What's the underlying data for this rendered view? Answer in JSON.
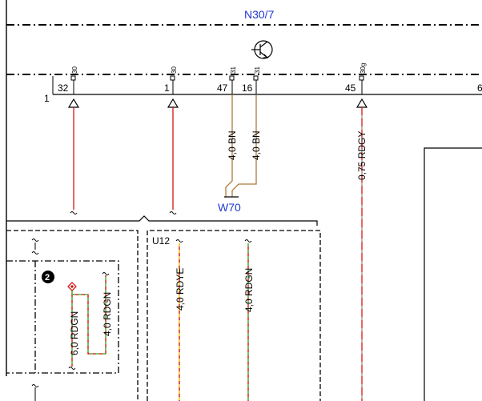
{
  "colors": {
    "line": "#000000",
    "component_label": "#1f3ad1",
    "red": "#d20000",
    "green": "#33cc33",
    "yellow": "#f2e500",
    "brown": "#b07a3a",
    "gray": "#888888"
  },
  "components": {
    "top": "N30/7",
    "ground_point": "W70",
    "connector": "U12",
    "circle_marker": "2"
  },
  "header": {
    "left_index": "1",
    "right_cut": "6"
  },
  "pins": [
    {
      "id": "p32",
      "pin": "32",
      "terminal": "30"
    },
    {
      "id": "p1",
      "pin": "1",
      "terminal": "30"
    },
    {
      "id": "p47",
      "pin": "47",
      "terminal": "31"
    },
    {
      "id": "p16",
      "pin": "16",
      "terminal": "31"
    },
    {
      "id": "p45",
      "pin": "45",
      "terminal": "30g"
    }
  ],
  "wires": {
    "w47": "4,0 BN",
    "w16": "4,0 BN",
    "w45": "0,75 RDGY",
    "w_rdgn_a": "6,0 RDGN",
    "w_rdgn_b": "4,0 RDGN",
    "w_rdye": "4,0 RDYE",
    "w_rdgn_c": "4,0 RDGN"
  }
}
